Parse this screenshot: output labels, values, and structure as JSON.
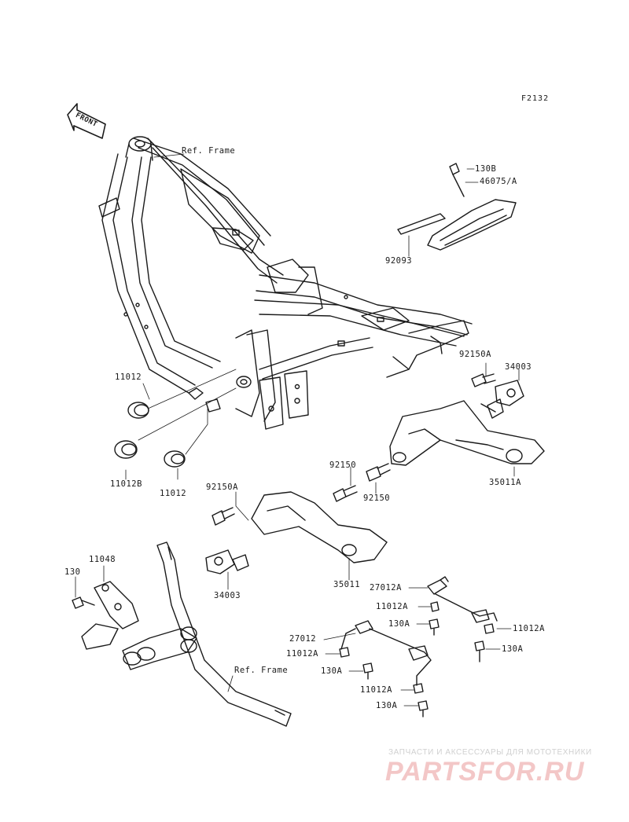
{
  "diagram": {
    "figure_code": "F2132",
    "front_arrow_label": "FRONT",
    "labels": {
      "ref_frame_top": "Ref. Frame",
      "ref_frame_bottom": "Ref. Frame",
      "p130B": "130B",
      "p46075A": "46075/A",
      "p92093": "92093",
      "p92150A_right": "92150A",
      "p34003_right": "34003",
      "p35011A": "35011A",
      "p11012_top": "11012",
      "p11012B": "11012B",
      "p11012_bottom": "11012",
      "p92150_upper": "92150",
      "p92150_lower": "92150",
      "p92150A_left": "92150A",
      "p34003_left": "34003",
      "p35011": "35011",
      "p11048": "11048",
      "p130": "130",
      "p27012A": "27012A",
      "p11012A_1": "11012A",
      "p130A_1": "130A",
      "p11012A_right": "11012A",
      "p130A_right": "130A",
      "p27012": "27012",
      "p11012A_2": "11012A",
      "p130A_2": "130A",
      "p11012A_3": "11012A",
      "p130A_3": "130A"
    }
  },
  "watermark": {
    "tagline": "ЗАПЧАСТИ И АКСЕССУАРЫ ДЛЯ МОТОТЕХНИКИ",
    "brand": "PARTSFOR.RU"
  }
}
